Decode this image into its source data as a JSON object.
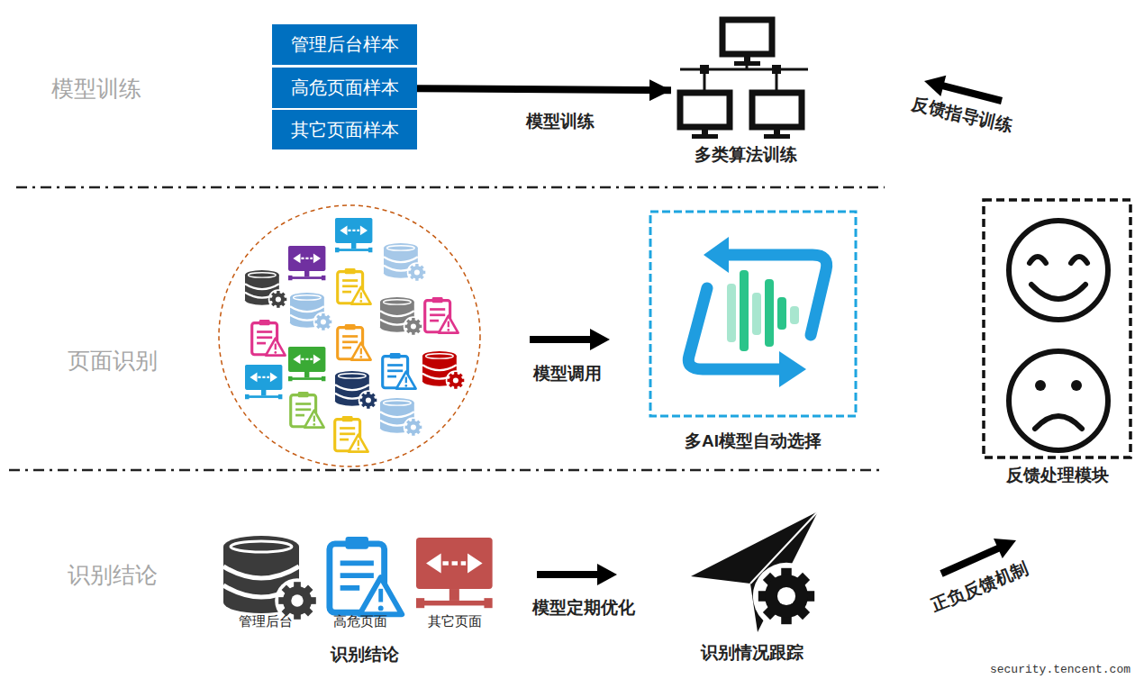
{
  "diagram": {
    "nodes": [
      {
        "text": [
          "管理后台样本"
        ]
      },
      {
        "text": [
          "高危页面样本"
        ]
      },
      {
        "text": [
          "其它页面样本"
        ]
      },
      {
        "text": [
          "多类算法训练"
        ]
      },
      {
        "text": [
          "多AI模型自动选择"
        ]
      },
      {
        "text": [
          "反馈处理模块"
        ]
      },
      {
        "text": [
          "识别情况跟踪"
        ]
      }
    ],
    "edges": [
      {
        "from": 1,
        "to": 3,
        "arrow": "to",
        "label": "模型训练"
      }
    ],
    "labels": [
      "模型训练",
      "反馈指导训练",
      "页面识别",
      "模型调用",
      "识别结论",
      "管理后台",
      "高危页面",
      "其它页面",
      "识别结论",
      "模型定期优化",
      "正负反馈机制",
      "security.tencent.com"
    ]
  }
}
